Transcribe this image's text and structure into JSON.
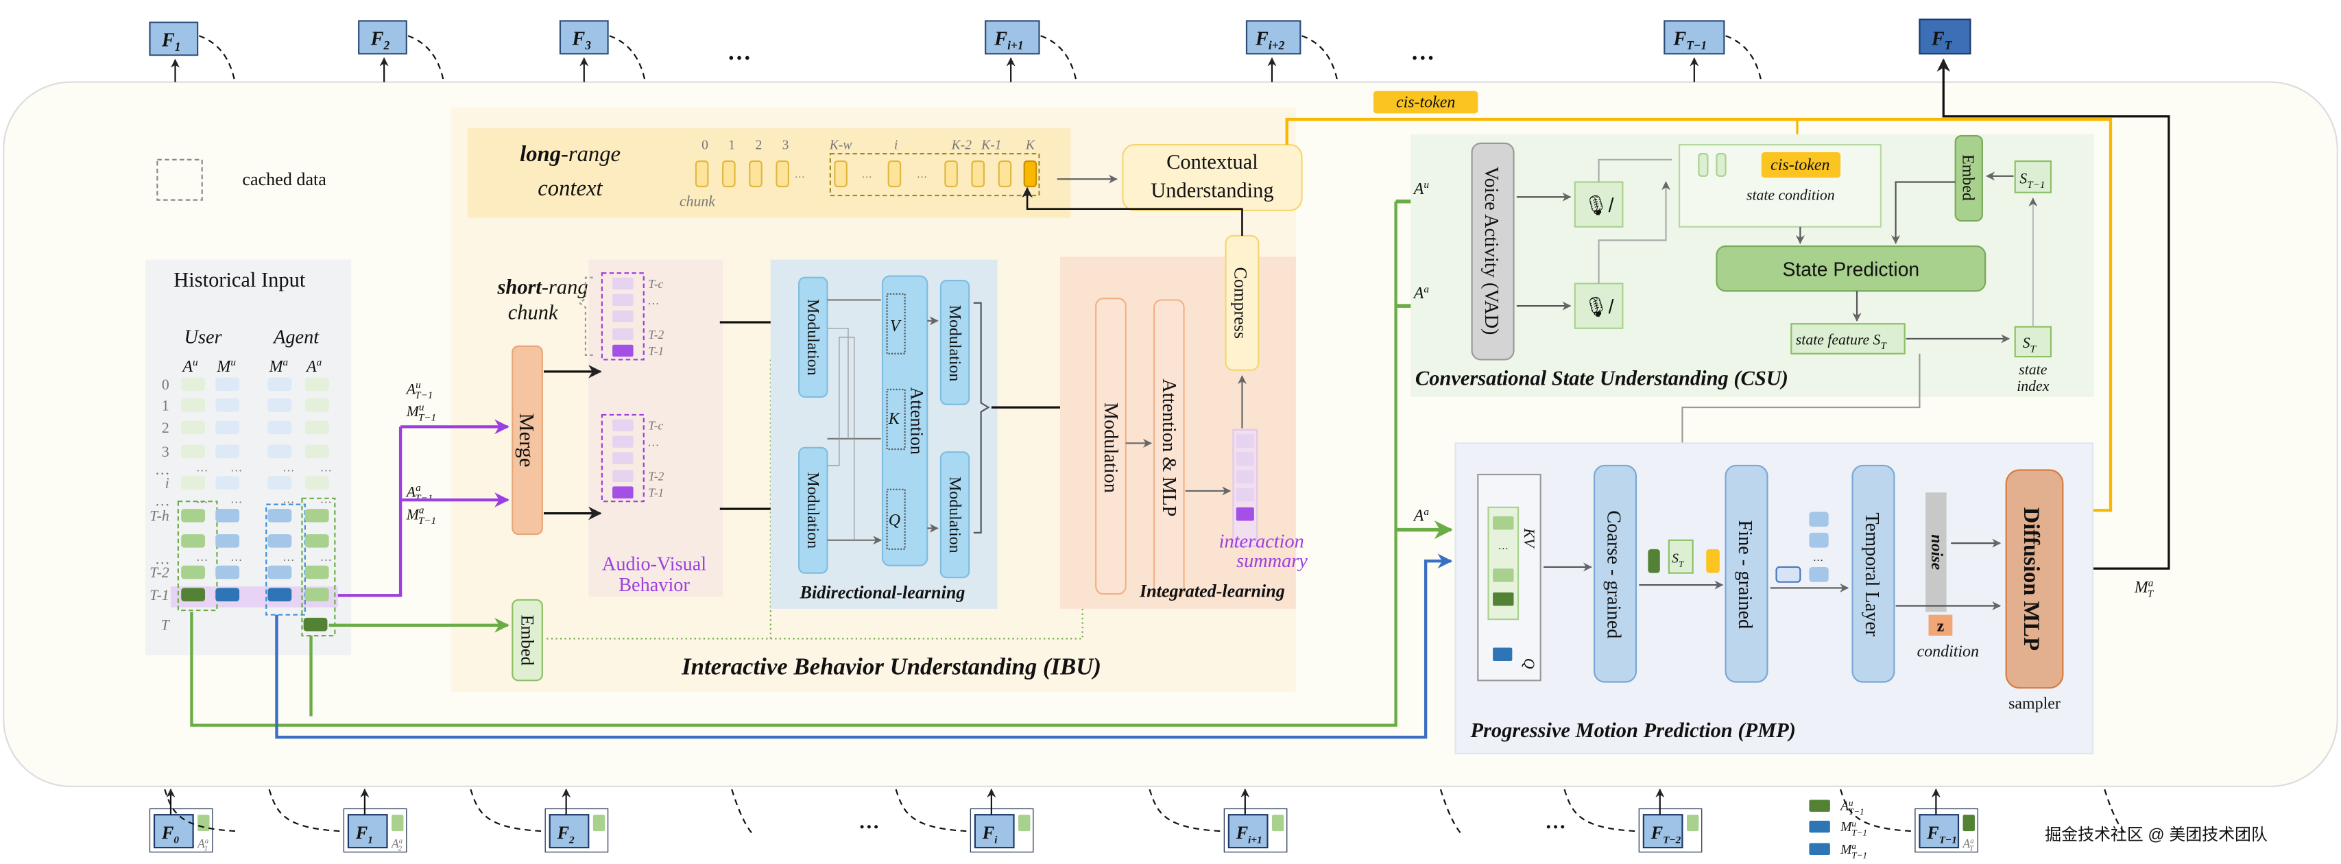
{
  "colors": {
    "frame_blue": "#9fc3e6",
    "frame_dark": "#3c6fb5",
    "ibu_bg": "#fef6e4",
    "long_range_bg": "#fdecc0",
    "chunk_fill": "#fde49a",
    "chunk_current": "#f8b800",
    "merge": "#f5c4a1",
    "av_bg": "#f8ebe4",
    "bidir_bg": "#dde9f1",
    "modulation_blue": "#a9d8f2",
    "integrated_bg": "#fbe3d2",
    "csu_bg": "#eef6e9",
    "state_green": "#a9d18e",
    "pmp_bg": "#eef2f8",
    "diffusion": "#e3b08f",
    "cis_token": "#fbc420",
    "purple": "#9b3fe0",
    "green_line": "#6aac45",
    "blue_line": "#3a6fc4",
    "dark_green": "#548235",
    "light_green": "#a9d18e",
    "mid_blue": "#2e75b6",
    "light_blue": "#a4c6e8"
  },
  "top_frames": [
    {
      "main": "F",
      "sub": "1"
    },
    {
      "main": "F",
      "sub": "2"
    },
    {
      "main": "F",
      "sub": "3"
    },
    {
      "main": "F",
      "sub": "i+1"
    },
    {
      "main": "F",
      "sub": "i+2"
    },
    {
      "main": "F",
      "sub": "T−1"
    },
    {
      "main": "F",
      "sub": "T"
    }
  ],
  "ellipsis": "…",
  "legend": {
    "cached_data": "cached data"
  },
  "historical": {
    "title": "Historical Input",
    "user": "User",
    "agent": "Agent",
    "columns": [
      {
        "main": "A",
        "sup": "u"
      },
      {
        "main": "M",
        "sup": "u"
      },
      {
        "main": "M",
        "sup": "a"
      },
      {
        "main": "A",
        "sup": "a"
      }
    ],
    "rows": [
      "0",
      "1",
      "2",
      "3",
      "…",
      "i",
      "…",
      "T-h",
      "",
      "…",
      "T-2",
      "T-1",
      "T"
    ]
  },
  "side_inputs": [
    {
      "main": "A",
      "sup": "u",
      "sub": "T−1"
    },
    {
      "main": "M",
      "sup": "u",
      "sub": "T−1"
    },
    {
      "main": "A",
      "sup": "a",
      "sub": "T−1"
    },
    {
      "main": "M",
      "sup": "a",
      "sub": "T−1"
    }
  ],
  "ibu": {
    "title": "Interactive Behavior Understanding (IBU)",
    "long_range_bold": "long",
    "long_range_rest": "-range",
    "context": "context",
    "chunk_label": "chunk",
    "chunk_indices": [
      "0",
      "1",
      "2",
      "3",
      "K-w",
      "i",
      "K-2",
      "K-1",
      "K"
    ],
    "contextual_line1": "Contextual",
    "contextual_line2": "Understanding",
    "short_range_bold": "short",
    "short_range_rest": "-range",
    "short_chunk": "chunk",
    "merge": "Merge",
    "embed": "Embed",
    "av_rows": [
      "T-c",
      "…",
      "",
      "T-2",
      "T-1"
    ],
    "av_line1": "Audio-Visual",
    "av_line2": "Behavior",
    "modulation": "Modulation",
    "attention": "Attention",
    "v": "V",
    "k": "K",
    "q": "Q",
    "bidirectional": "Bidirectional-learning",
    "attention_mlp": "Attention  &  MLP",
    "compress": "Compress",
    "interaction_line1": "interaction",
    "interaction_line2": "summary",
    "integrated": "Integrated-learning"
  },
  "cis_token": "cis-token",
  "csu": {
    "title": "Conversational State Understanding (CSU)",
    "vad": "Voice Activity (VAD)",
    "input_user": {
      "main": "A",
      "sup": "u"
    },
    "input_agent": {
      "main": "A",
      "sup": "a"
    },
    "state_condition": "state condition",
    "embed": "Embed",
    "s_prev": {
      "main": "S",
      "sub": "T−1"
    },
    "state_prediction": "State Prediction",
    "state_feature": "state feature S",
    "state_feature_sub": "T",
    "s_t": {
      "main": "S",
      "sub": "T"
    },
    "state_index_line1": "state",
    "state_index_line2": "index"
  },
  "pmp": {
    "title": "Progressive Motion Prediction (PMP)",
    "input": {
      "main": "A",
      "sup": "a"
    },
    "kv": "KV",
    "q": "Q",
    "coarse": "Coarse - grained",
    "fine": "Fine - grained",
    "temporal": "Temporal Layer",
    "noise": "noise",
    "z": "z",
    "condition": "condition",
    "diffusion": "Diffusion MLP",
    "sampler": "sampler",
    "s_t": {
      "main": "S",
      "sub": "T"
    },
    "output": {
      "main": "M",
      "sup": "a",
      "sub": "T"
    }
  },
  "bottom_frames": [
    {
      "main": "F",
      "sub": "0",
      "a_sub": "1"
    },
    {
      "main": "F",
      "sub": "1",
      "a_sub": "2"
    },
    {
      "main": "F",
      "sub": "2",
      "a_sub": ""
    },
    {
      "main": "F",
      "sub": "i",
      "a_sub": ""
    },
    {
      "main": "F",
      "sub": "i+1",
      "a_sub": ""
    },
    {
      "main": "F",
      "sub": "T−2",
      "a_sub": ""
    },
    {
      "main": "F",
      "sub": "T−1",
      "a_sub": "T"
    }
  ],
  "bottom_legend": [
    {
      "main": "A",
      "sup": "u",
      "sub": "T−1"
    },
    {
      "main": "M",
      "sup": "u",
      "sub": "T−1"
    },
    {
      "main": "M",
      "sup": "a",
      "sub": "T−1"
    }
  ],
  "bottom_a": "A",
  "bottom_a_sup": "a",
  "watermark": "掘金技术社区 @ 美团技术团队"
}
